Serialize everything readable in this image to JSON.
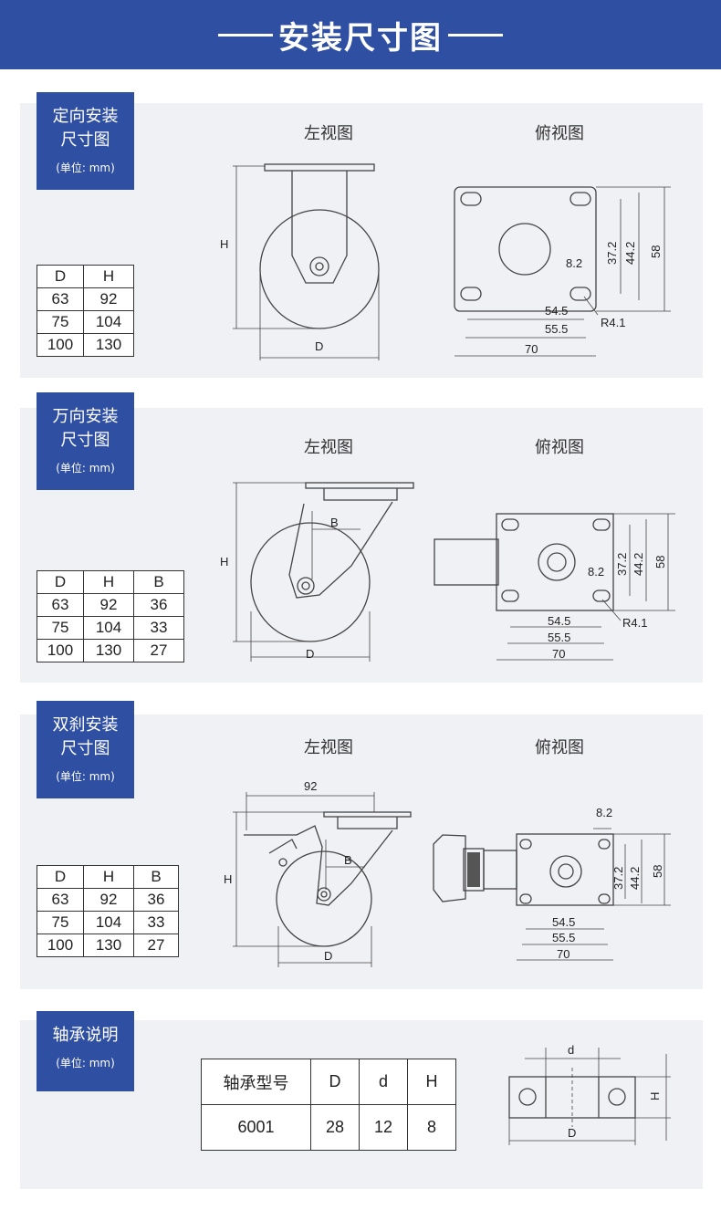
{
  "header": {
    "title": "安装尺寸图"
  },
  "sections": [
    {
      "tag": {
        "line1": "定向安装",
        "line2": "尺寸图",
        "unit": "(单位: mm)"
      },
      "left_view": "左视图",
      "top_view": "俯视图",
      "table": {
        "headers": [
          "D",
          "H"
        ],
        "rows": [
          [
            "63",
            "92"
          ],
          [
            "75",
            "104"
          ],
          [
            "100",
            "130"
          ]
        ]
      },
      "dims": {
        "h": "H",
        "d": "D",
        "a": "54.5",
        "b": "55.5",
        "c": "70",
        "v1": "37.2",
        "v2": "44.2",
        "v3": "58",
        "hole": "8.2",
        "r": "R4.1"
      }
    },
    {
      "tag": {
        "line1": "万向安装",
        "line2": "尺寸图",
        "unit": "(单位: mm)"
      },
      "left_view": "左视图",
      "top_view": "俯视图",
      "table": {
        "headers": [
          "D",
          "H",
          "B"
        ],
        "rows": [
          [
            "63",
            "92",
            "36"
          ],
          [
            "75",
            "104",
            "33"
          ],
          [
            "100",
            "130",
            "27"
          ]
        ]
      },
      "dims": {
        "h": "H",
        "d": "D",
        "bb": "B",
        "a": "54.5",
        "b": "55.5",
        "c": "70",
        "v1": "37.2",
        "v2": "44.2",
        "v3": "58",
        "hole": "8.2",
        "r": "R4.1"
      }
    },
    {
      "tag": {
        "line1": "双刹安装",
        "line2": "尺寸图",
        "unit": "(单位: mm)"
      },
      "left_view": "左视图",
      "top_view": "俯视图",
      "table": {
        "headers": [
          "D",
          "H",
          "B"
        ],
        "rows": [
          [
            "63",
            "92",
            "36"
          ],
          [
            "75",
            "104",
            "33"
          ],
          [
            "100",
            "130",
            "27"
          ]
        ]
      },
      "dims": {
        "h": "H",
        "d": "D",
        "bb": "B",
        "w": "92",
        "a": "54.5",
        "b": "55.5",
        "c": "70",
        "v1": "37.2",
        "v2": "44.2",
        "v3": "58",
        "hole": "8.2"
      }
    }
  ],
  "bearing": {
    "tag": {
      "line1": "轴承说明",
      "unit": "(单位: mm)"
    },
    "headers": [
      "轴承型号",
      "D",
      "d",
      "H"
    ],
    "row": [
      "6001",
      "28",
      "12",
      "8"
    ],
    "dims": {
      "d": "d",
      "D": "D",
      "H": "H"
    }
  }
}
